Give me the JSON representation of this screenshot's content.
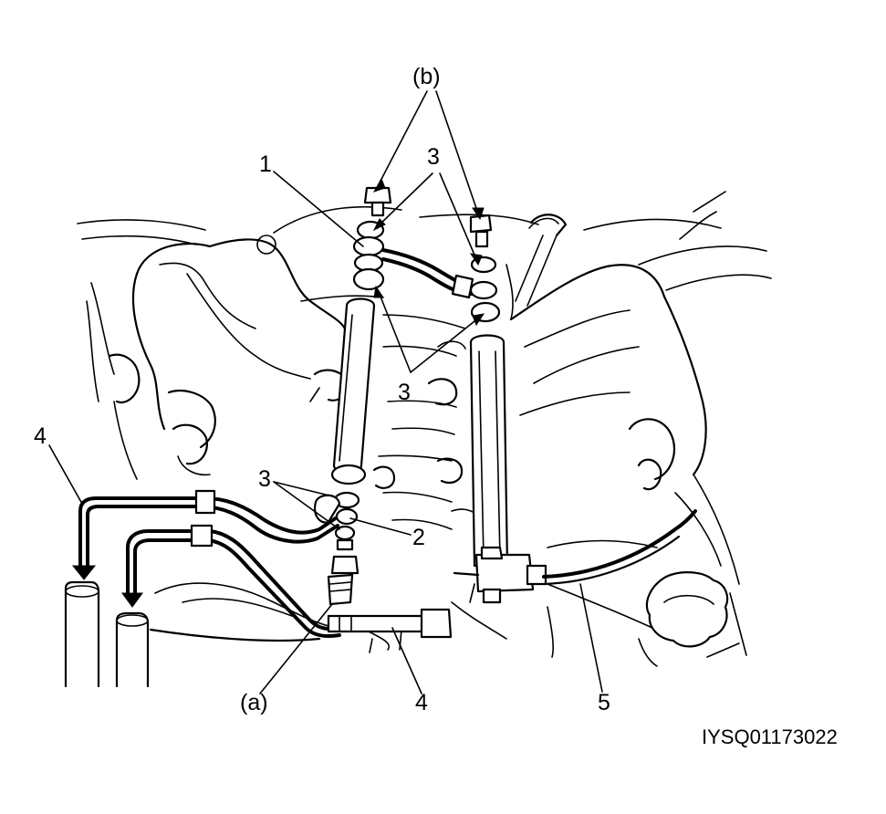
{
  "callouts": {
    "b": "(b)",
    "a": "(a)",
    "one": "1",
    "two": "2",
    "three_top": "3",
    "three_middle": "3",
    "three_lower": "3",
    "four_left": "4",
    "four_bottom": "4",
    "five": "5"
  },
  "figure_code": "IYSQ01173022",
  "colors": {
    "ink": "#000000",
    "paper": "#ffffff"
  }
}
